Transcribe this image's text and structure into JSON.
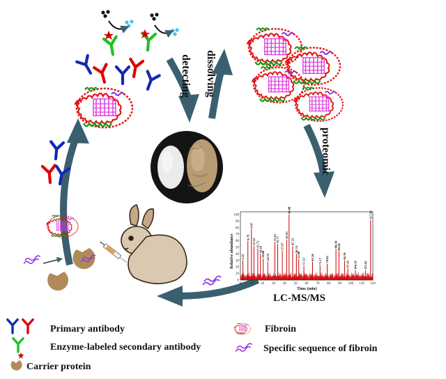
{
  "colors": {
    "arrow": "#3a6070",
    "primary_red": "#e00000",
    "primary_blue": "#1428b4",
    "secondary_green": "#1fc21f",
    "enzyme_red": "#d40000",
    "carrier": "#b08a5a",
    "fibroin_red": "#e31414",
    "fibroin_magenta": "#e040e0",
    "fibroin_green": "#1a9a1a",
    "sequence_purple": "#8a2be2",
    "spectrum": "#cc0000"
  },
  "cycle_labels": {
    "detecting": "detecting",
    "dissolving": "dissolving",
    "proteomic": "proteomic",
    "lcms": "LC-MS/MS"
  },
  "spectrum": {
    "ylabel": "Relative abundance",
    "xlabel": "Time (min)",
    "y_ticks": [
      "0",
      "10",
      "20",
      "30",
      "40",
      "50",
      "60",
      "70",
      "80",
      "90",
      "100"
    ],
    "x_ticks": [
      "0",
      "10",
      "20",
      "30",
      "40",
      "50",
      "60",
      "70",
      "80",
      "90",
      "100",
      "110",
      "120"
    ],
    "peaks": [
      {
        "t": 2.25,
        "label": "2.25",
        "h": 30
      },
      {
        "t": 6.79,
        "label": "6.79",
        "h": 60
      },
      {
        "t": 9.97,
        "label": "9.97",
        "h": 78
      },
      {
        "t": 12.22,
        "label": "12.22",
        "h": 52
      },
      {
        "t": 15.73,
        "label": "15.73",
        "h": 48
      },
      {
        "t": 18.16,
        "label": "18.16",
        "h": 40
      },
      {
        "t": 20.68,
        "label": "20.68",
        "h": 33
      },
      {
        "t": 24.79,
        "label": "24.79",
        "h": 28
      },
      {
        "t": 31.22,
        "label": "31.22",
        "h": 58
      },
      {
        "t": 33.77,
        "label": "33.77",
        "h": 55
      },
      {
        "t": 37.97,
        "label": "37.97",
        "h": 45
      },
      {
        "t": 41.93,
        "label": "41.93",
        "h": 62
      },
      {
        "t": 44.08,
        "label": "44.08",
        "h": 100
      },
      {
        "t": 47.33,
        "label": "47.33",
        "h": 52
      },
      {
        "t": 50.74,
        "label": "50.74",
        "h": 40
      },
      {
        "t": 52.86,
        "label": "52.86",
        "h": 32
      },
      {
        "t": 57.53,
        "label": "57.53",
        "h": 22
      },
      {
        "t": 65.36,
        "label": "65.36",
        "h": 28
      },
      {
        "t": 72.17,
        "label": "72.17",
        "h": 22
      },
      {
        "t": 78.62,
        "label": "78.62",
        "h": 25
      },
      {
        "t": 86.58,
        "label": "86.58",
        "h": 48
      },
      {
        "t": 89.26,
        "label": "89.26",
        "h": 44
      },
      {
        "t": 94.39,
        "label": "94.39",
        "h": 30
      },
      {
        "t": 97.41,
        "label": "97.41",
        "h": 18
      },
      {
        "t": 104.19,
        "label": "104.19",
        "h": 15
      },
      {
        "t": 113.42,
        "label": "113.42",
        "h": 15
      },
      {
        "t": 117.96,
        "label": "117.96",
        "h": 92
      }
    ]
  },
  "legend": {
    "primary": "Primary antibody",
    "secondary": "Enzyme-labeled secondary antibody",
    "carrier": "Carrier protein",
    "fibroin": "Fibroin",
    "sequence": "Specific sequence of fibroin"
  }
}
